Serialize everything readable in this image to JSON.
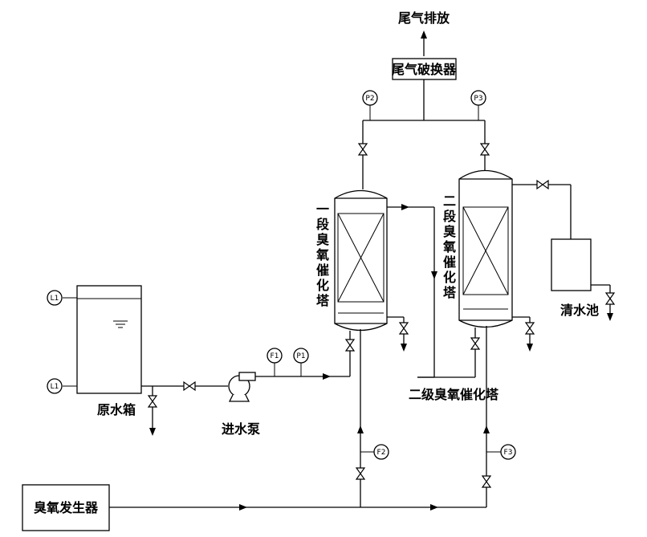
{
  "labels": {
    "exhaust_discharge": "尾气排放",
    "exhaust_destructor": "尾气破换器",
    "tower1": "一段臭氧催化塔",
    "tower2": "二段臭氧催化塔",
    "tower2_bottom": "二级臭氧催化塔",
    "clean_pool": "清水池",
    "raw_tank": "原水箱",
    "feed_pump": "进水泵",
    "ozone_generator": "臭氧发生器"
  },
  "instruments": {
    "p1": "P1",
    "p2": "P2",
    "p3": "P3",
    "f1": "F1",
    "f2": "F2",
    "f3": "F3",
    "l1_top": "L1",
    "l1_bottom": "L1"
  }
}
